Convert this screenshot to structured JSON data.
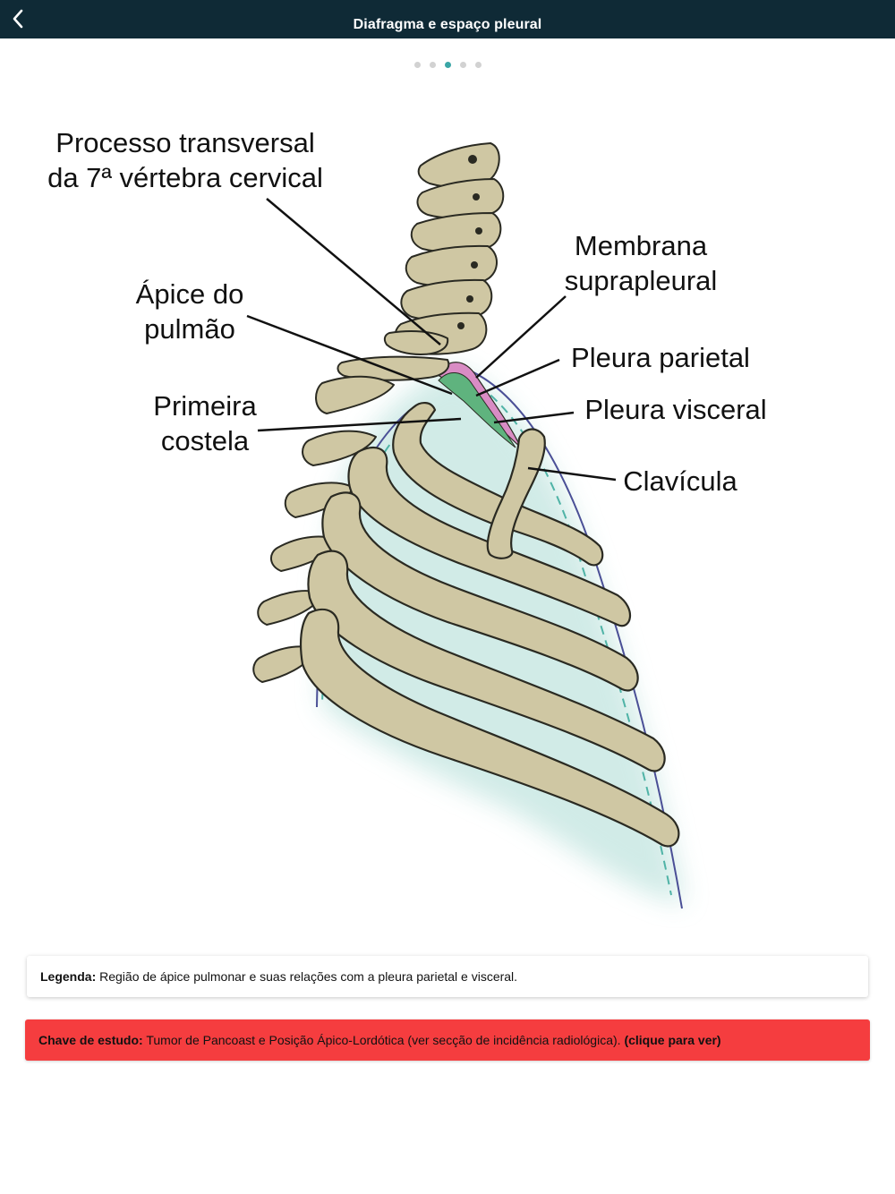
{
  "header": {
    "title": "Diafragma e espaço pleural",
    "back_icon": "chevron-left-icon"
  },
  "pager": {
    "count": 5,
    "active_index": 2
  },
  "figure": {
    "labels": {
      "processo_line1": "Processo transversal",
      "processo_line2": "da 7ª vértebra cervical",
      "apice_line1": "Ápice do",
      "apice_line2": "pulmão",
      "primeira_line1": "Primeira",
      "primeira_line2": "costela",
      "membrana_line1": "Membrana",
      "membrana_line2": "suprapleural",
      "pleura_parietal": "Pleura parietal",
      "pleura_visceral": "Pleura visceral",
      "clavicula": "Clavícula"
    },
    "colors": {
      "bone": "#cfc7a3",
      "bone_outline": "#2a2a22",
      "lung": "#cfeae6",
      "pleura_visceral": "#5fb37e",
      "membrana": "#d98cc4",
      "pleura_parietal_line": "#4a4f96",
      "pleura_visceral_line": "#4fb3a6"
    }
  },
  "legend": {
    "label": "Legenda:",
    "text": "Região de ápice pulmonar e suas relações com a pleura parietal e visceral."
  },
  "study_key": {
    "label": "Chave de estudo:",
    "text": "Tumor de Pancoast e Posição Ápico-Lordótica (ver secção de incidência radiológica).",
    "link": "(clique para ver)",
    "color": "#f53d3f"
  }
}
